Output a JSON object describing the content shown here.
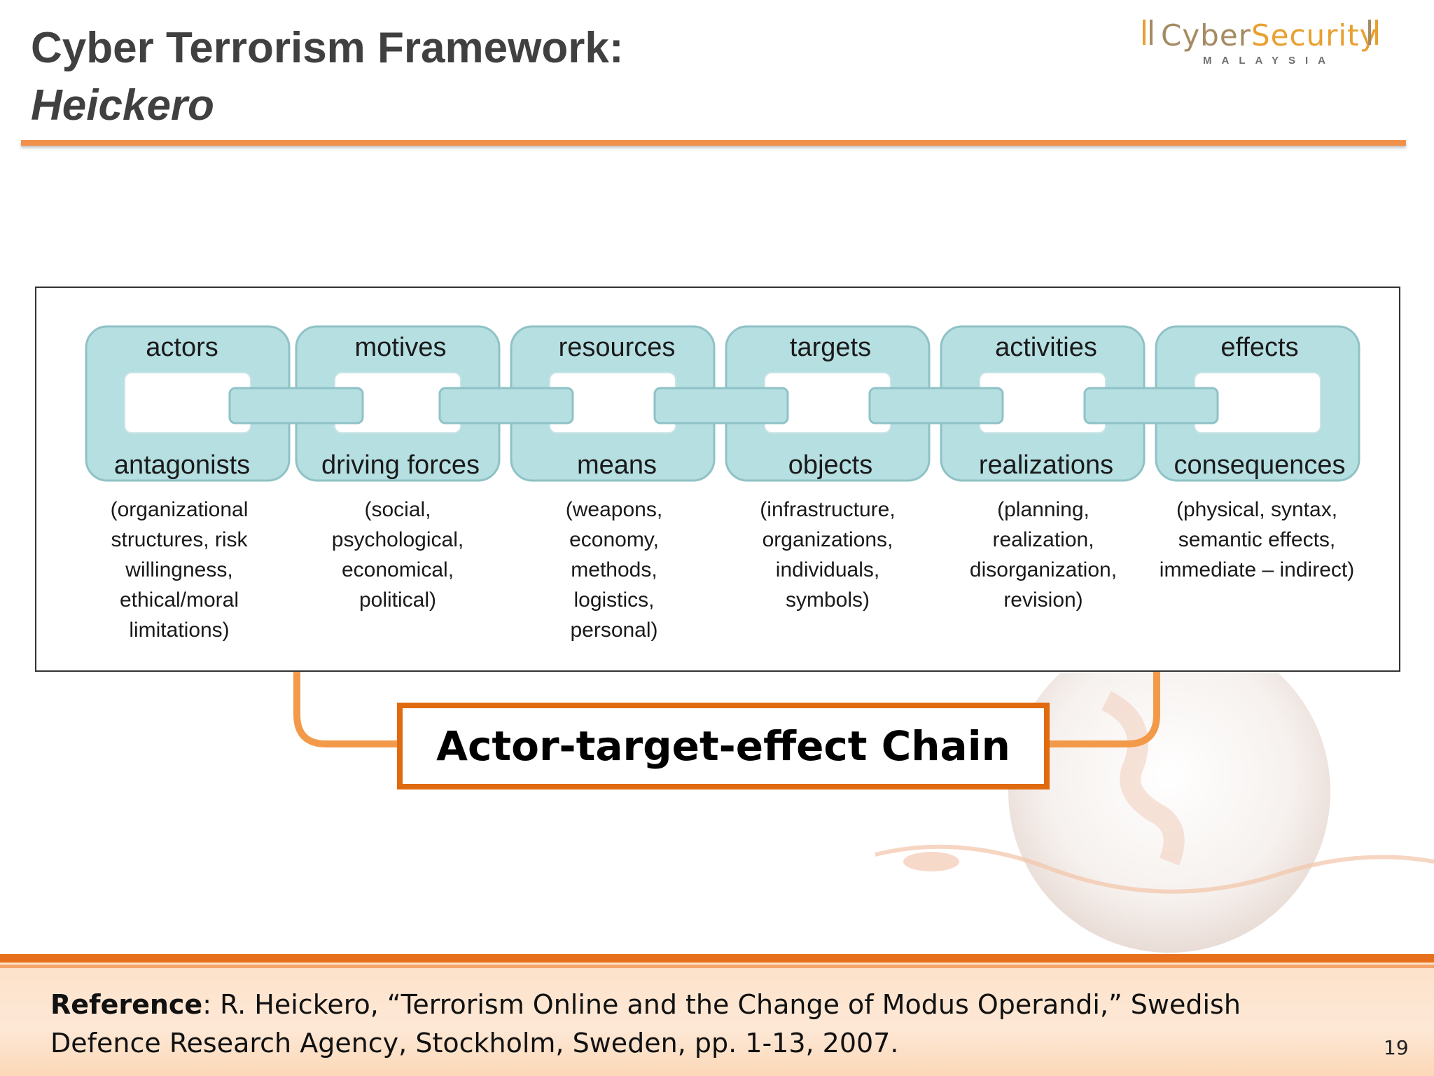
{
  "slide": {
    "title_line1": "Cyber Terrorism Framework:",
    "title_line2": "Heickero",
    "logo_word_a": "Cyber",
    "logo_word_b": "Security",
    "logo_country": "MALAYSIA",
    "chain_label": "Actor-target-effect Chain",
    "reference_label": "Reference",
    "reference_text": ":  R. Heickero, “Terrorism Online and the Change of Modus Operandi,” Swedish Defence Research Agency, Stockholm, Sweden, pp. 1-13, 2007.",
    "page_number": "19"
  },
  "diagram": {
    "colors": {
      "link_fill": "#b6dfe2",
      "link_stroke": "#8fc2c6"
    },
    "links": [
      {
        "top": "actors",
        "bottom": "antagonists",
        "desc": [
          "(organizational",
          "structures, risk",
          "willingness,",
          "ethical/moral",
          "limitations)"
        ]
      },
      {
        "top": "motives",
        "bottom": "driving forces",
        "desc": [
          "(social,",
          "psychological,",
          "economical,",
          "political)"
        ]
      },
      {
        "top": "resources",
        "bottom": "means",
        "desc": [
          "(weapons,",
          "economy,",
          "methods,",
          "logistics,",
          "personal)"
        ]
      },
      {
        "top": "targets",
        "bottom": "objects",
        "desc": [
          "(infrastructure,",
          "organizations,",
          "individuals,",
          "symbols)"
        ]
      },
      {
        "top": "activities",
        "bottom": "realizations",
        "desc": [
          "(planning,",
          "realization,",
          "disorganization,",
          "revision)"
        ]
      },
      {
        "top": "effects",
        "bottom": "consequences",
        "desc": [
          "(physical, syntax,",
          "semantic effects,",
          "immediate – indirect)"
        ]
      }
    ]
  }
}
